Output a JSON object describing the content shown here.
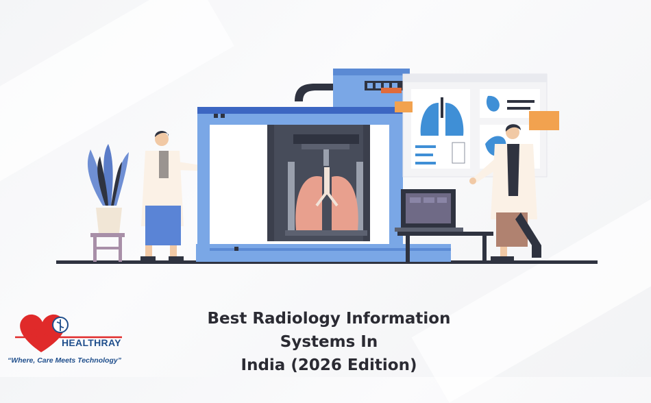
{
  "headline": {
    "line1": "Best Radiology Information Systems In",
    "line2": "India (2026 Edition)"
  },
  "logo": {
    "brand": "HEALTHRAY",
    "tagline": "“Where, Care Meets Technology”",
    "icon": "heart-caduceus-icon"
  },
  "illustration": {
    "subject": "doctors-with-lung-scanner",
    "colors": {
      "machine_blue": "#6f9ee0",
      "machine_dark": "#3b3f4c",
      "lung": "#e8a08e",
      "panel_blue": "#3f8fd6",
      "accent_orange": "#f2a24f",
      "logo_red": "#e02a2a",
      "logo_blue": "#1f4e8c"
    }
  }
}
